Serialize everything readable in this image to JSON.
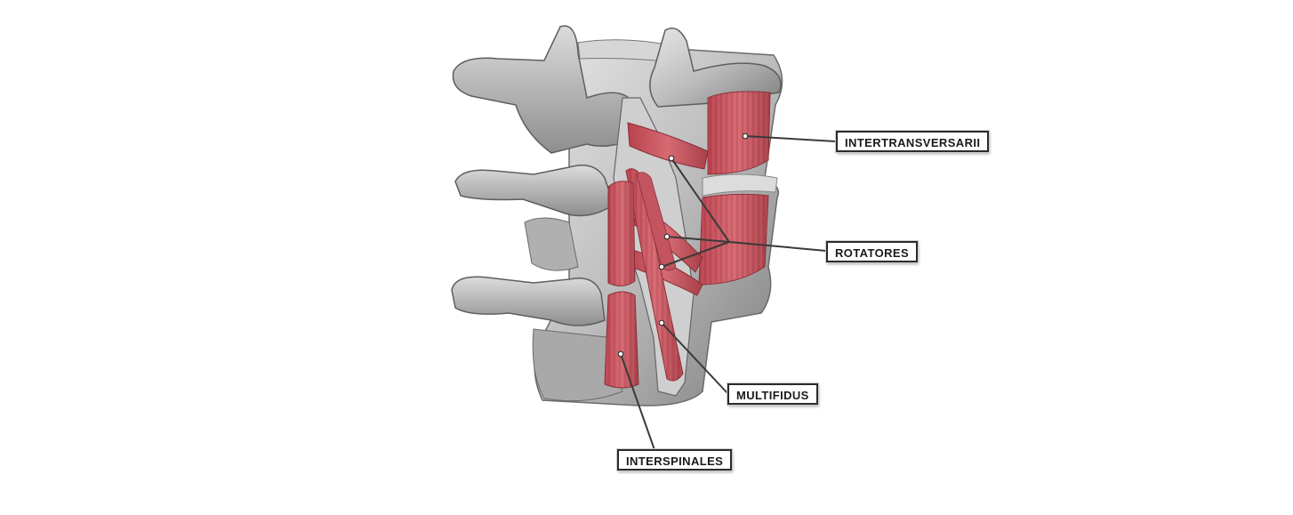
{
  "labels": {
    "intertransversarii": "INTERTRANSVERSARII",
    "rotatores": "ROTATORES",
    "multifidus": "MULTIFIDUS",
    "interspinales": "INTERSPINALES"
  },
  "colors": {
    "bone": "#c9c9c9",
    "bone_shadow": "#8a8a8a",
    "muscle": "#c8525c",
    "muscle_dark": "#9e3a44",
    "leader_line": "#3a3a3a",
    "label_border": "#2b2b2b"
  }
}
